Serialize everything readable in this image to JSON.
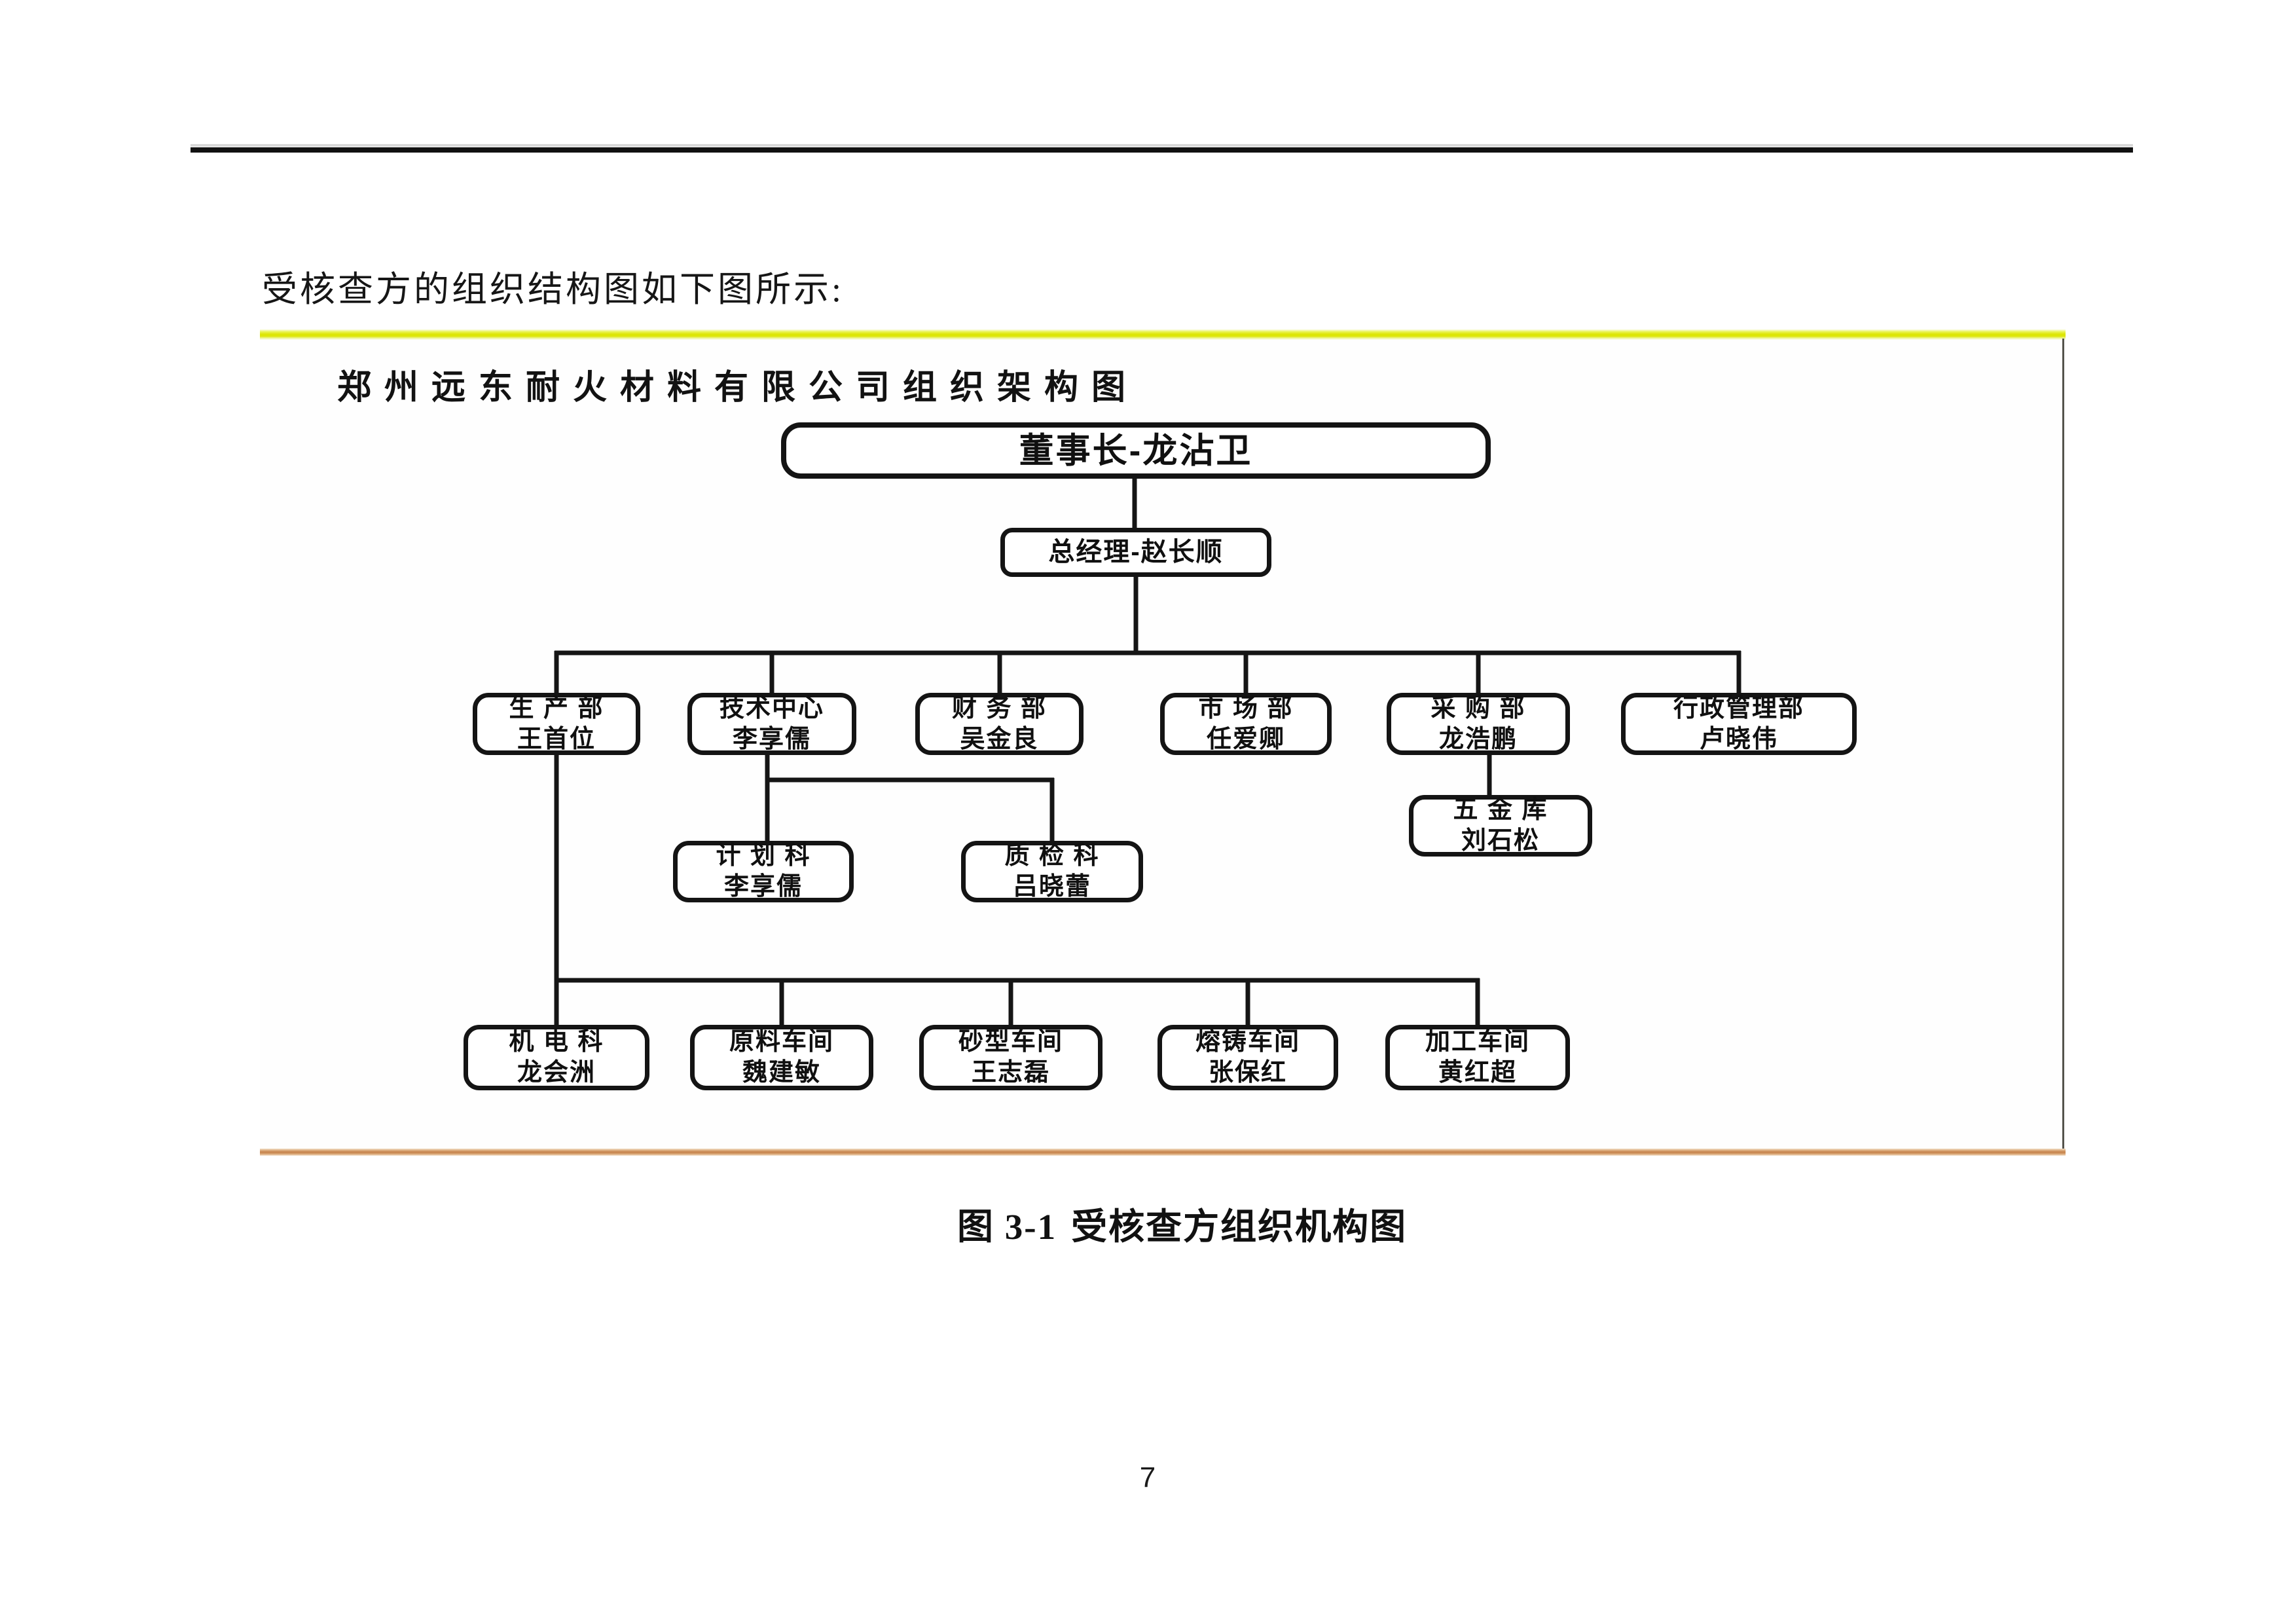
{
  "document": {
    "intro_text": "受核查方的组织结构图如下图所示:",
    "caption_number": "图 3-1",
    "caption_text": "受核查方组织机构图",
    "page_number": "7"
  },
  "org_chart": {
    "type": "org-tree",
    "title": "郑州远东耐火材料有限公司组织架构图",
    "colors": {
      "panel_top_border": "#dde605",
      "panel_bottom_border": "#c5814a",
      "panel_right_border": "#55544c",
      "connector_line": "#151515",
      "node_border": "#141414"
    },
    "nodes": {
      "chairman": {
        "label": "董事长-龙沾卫",
        "reports_to": null
      },
      "gm": {
        "label": "总经理-赵长顺",
        "reports_to": "chairman"
      },
      "production": {
        "dept": "生 产 部",
        "person": "王首位",
        "reports_to": "gm"
      },
      "tech": {
        "dept": "技术中心",
        "person": "李享儒",
        "reports_to": "gm"
      },
      "finance": {
        "dept": "财 务 部",
        "person": "吴金良",
        "reports_to": "gm"
      },
      "market": {
        "dept": "市 场 部",
        "person": "任爱卿",
        "reports_to": "gm"
      },
      "purchase": {
        "dept": "采 购 部",
        "person": "龙浩鹏",
        "reports_to": "gm"
      },
      "admin": {
        "dept": "行政管理部",
        "person": "卢晓伟",
        "reports_to": "gm"
      },
      "hardware": {
        "dept": "五 金 库",
        "person": "刘石松",
        "reports_to": "purchase"
      },
      "planning": {
        "dept": "计 划 科",
        "person": "李享儒",
        "reports_to": "tech"
      },
      "qc": {
        "dept": "质 检 科",
        "person": "吕晓蕾",
        "reports_to": "tech"
      },
      "mech": {
        "dept": "机 电 科",
        "person": "龙会洲",
        "reports_to": "production"
      },
      "raw": {
        "dept": "原料车间",
        "person": "魏建敏",
        "reports_to": "production"
      },
      "sand": {
        "dept": "砂型车间",
        "person": "王志磊",
        "reports_to": "production"
      },
      "casting": {
        "dept": "熔铸车间",
        "person": "张保红",
        "reports_to": "production"
      },
      "processing": {
        "dept": "加工车间",
        "person": "黄红超",
        "reports_to": "production"
      }
    }
  }
}
